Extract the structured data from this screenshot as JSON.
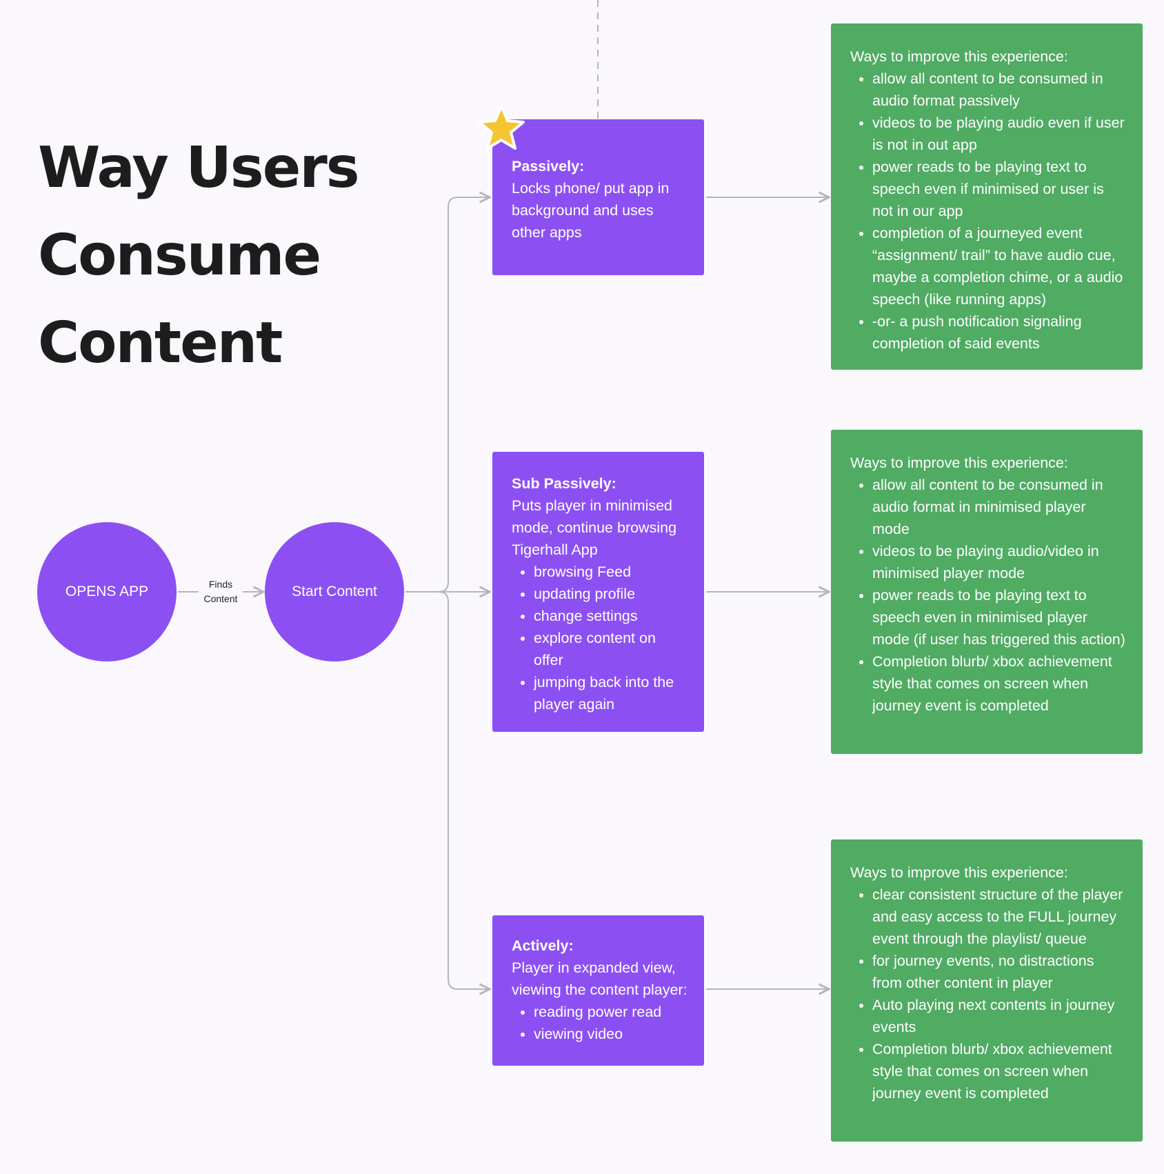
{
  "title": {
    "line1": "Way Users",
    "line2": "Consume",
    "line3": "Content"
  },
  "nodes": {
    "opens_app": "OPENS APP",
    "edge_label": {
      "line1": "Finds",
      "line2": "Content"
    },
    "start_content": "Start Content"
  },
  "colors": {
    "purple": "#8c50f2",
    "green": "#50ab63",
    "connector": "#b5b5b5",
    "star": "#f5c531"
  },
  "icons": [
    "star-icon"
  ],
  "boxes": {
    "passively": {
      "heading": "Passively:",
      "text": "Locks phone/ put app in background and uses other apps"
    },
    "sub_passively": {
      "heading": "Sub Passively:",
      "text": "Puts player in minimised mode, continue browsing Tigerhall App",
      "items": [
        "browsing Feed",
        "updating profile",
        "change settings",
        "explore content on offer",
        "jumping back into the player again"
      ]
    },
    "actively": {
      "heading": "Actively:",
      "text": "Player in expanded view, viewing the content player:",
      "items": [
        "reading power read",
        "viewing video"
      ]
    }
  },
  "improvements": [
    {
      "heading": "Ways to improve this experience:",
      "items": [
        "allow all content to be consumed in audio format passively",
        "videos to be playing audio even if user is not in out app",
        "power reads to be playing text to speech even if minimised or user is not in our app",
        "completion of a journeyed event “assignment/ trail” to have audio cue, maybe a completion chime, or a audio speech (like running apps)",
        "-or- a push notification signaling completion of said events"
      ]
    },
    {
      "heading": "Ways to improve this experience:",
      "items": [
        "allow all content to be consumed in audio format in minimised player mode",
        "videos to be playing audio/video in minimised player mode",
        "power reads to be playing text to speech even in minimised player mode (if user has triggered this action)",
        "Completion blurb/ xbox achievement style that comes on screen when journey event is completed"
      ]
    },
    {
      "heading": "Ways to improve this experience:",
      "items": [
        "clear consistent structure of the player and easy access to the FULL journey event through the playlist/ queue",
        "for journey events, no distractions from other content in player",
        "Auto playing next contents in journey events",
        "Completion blurb/ xbox achievement style that comes on screen when journey event is completed"
      ]
    }
  ]
}
